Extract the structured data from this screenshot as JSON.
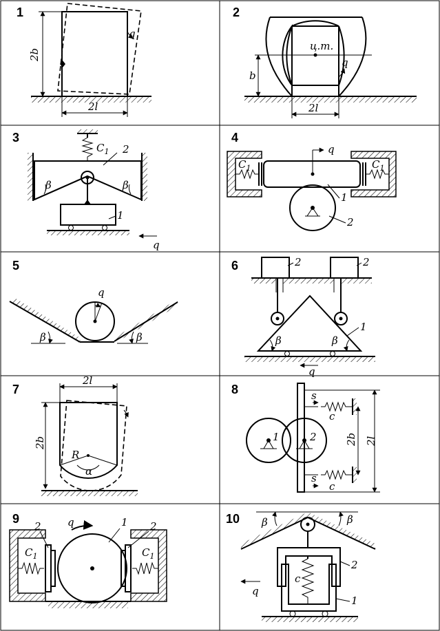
{
  "panels": [
    {
      "number": "1",
      "labels": {
        "height": "2b",
        "width": "2l",
        "coordinate": "q"
      }
    },
    {
      "number": "2",
      "labels": {
        "center": "ц.т.",
        "height": "b",
        "width": "2l",
        "coordinate": "q"
      }
    },
    {
      "number": "3",
      "labels": {
        "spring": "C",
        "spring_sub": "1",
        "angle_left": "β",
        "angle_right": "β",
        "part_1": "1",
        "part_2": "2",
        "coordinate": "q"
      }
    },
    {
      "number": "4",
      "labels": {
        "spring_left": "C",
        "spring_left_sub": "1",
        "spring_right": "C",
        "spring_right_sub": "1",
        "coordinate": "q",
        "part_1": "1",
        "part_2": "2"
      }
    },
    {
      "number": "5",
      "labels": {
        "coordinate": "q",
        "angle_left": "β",
        "angle_right": "β"
      }
    },
    {
      "number": "6",
      "labels": {
        "part_2a": "2",
        "part_2b": "2",
        "part_1": "1",
        "angle_left": "β",
        "angle_right": "β",
        "coordinate": "q"
      }
    },
    {
      "number": "7",
      "labels": {
        "width": "2l",
        "height": "2b",
        "radius": "R",
        "angle": "α"
      }
    },
    {
      "number": "8",
      "labels": {
        "gear_1": "1",
        "gear_2": "2",
        "gap_top": "s",
        "gap_bottom": "s",
        "spring_top": "c",
        "spring_bottom": "c",
        "inner_height": "2b",
        "outer_height": "2l"
      }
    },
    {
      "number": "9",
      "labels": {
        "coordinate": "q",
        "part_1": "1",
        "part_2a": "2",
        "part_2b": "2",
        "spring_left": "C",
        "spring_left_sub": "1",
        "spring_right": "C",
        "spring_right_sub": "1"
      }
    },
    {
      "number": "10",
      "labels": {
        "angle_left": "β",
        "angle_right": "β",
        "spring": "c",
        "part_1": "1",
        "part_2": "2",
        "coordinate": "q"
      }
    }
  ]
}
